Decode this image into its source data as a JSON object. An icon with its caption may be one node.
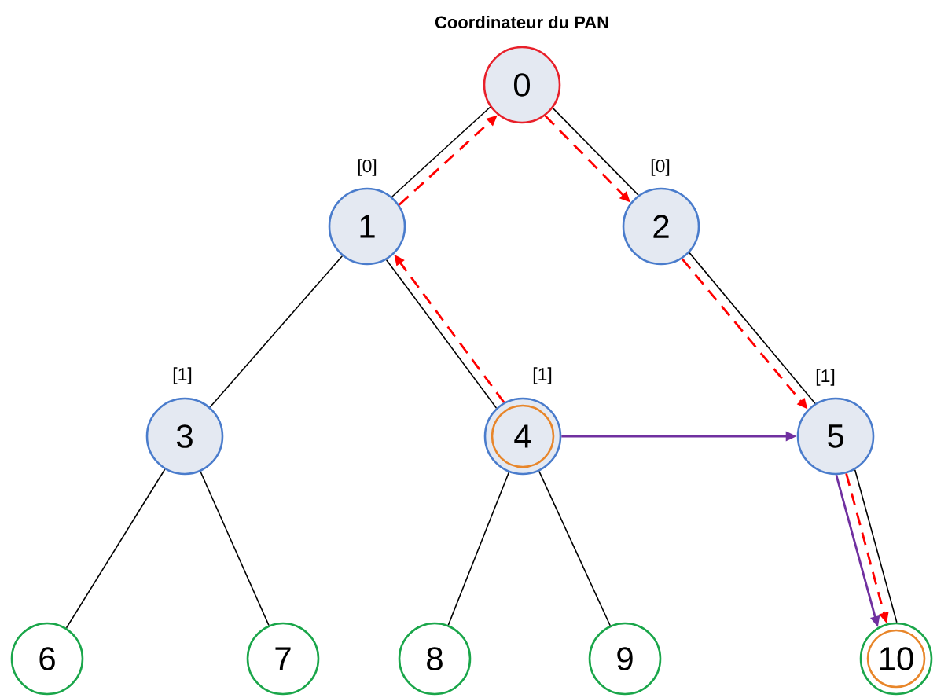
{
  "diagram": {
    "nodes": [
      {
        "text": [
          "0"
        ],
        "beside": [
          "Coordinateur du PAN"
        ]
      },
      {
        "text": [
          "1"
        ],
        "beside": [
          "[0]"
        ]
      },
      {
        "text": [
          "2"
        ],
        "beside": [
          "[0]"
        ]
      },
      {
        "text": [
          "3"
        ],
        "beside": [
          "[1]"
        ]
      },
      {
        "text": [
          "4"
        ],
        "beside": [
          "[1]"
        ]
      },
      {
        "text": [
          "5"
        ],
        "beside": [
          "[1]"
        ]
      },
      {
        "text": [
          "6"
        ]
      },
      {
        "text": [
          "7"
        ]
      },
      {
        "text": [
          "8"
        ]
      },
      {
        "text": [
          "9"
        ]
      },
      {
        "text": [
          "10"
        ]
      }
    ],
    "edges": [
      {
        "from": 0,
        "to": 1,
        "arrow": "none"
      },
      {
        "from": 0,
        "to": 2,
        "arrow": "none"
      },
      {
        "from": 1,
        "to": 3,
        "arrow": "none"
      },
      {
        "from": 1,
        "to": 4,
        "arrow": "none"
      },
      {
        "from": 2,
        "to": 5,
        "arrow": "none"
      },
      {
        "from": 3,
        "to": 6,
        "arrow": "none"
      },
      {
        "from": 3,
        "to": 7,
        "arrow": "none"
      },
      {
        "from": 4,
        "to": 8,
        "arrow": "none"
      },
      {
        "from": 4,
        "to": 9,
        "arrow": "none"
      },
      {
        "from": 5,
        "to": 10,
        "arrow": "none"
      },
      {
        "from": 1,
        "to": 0,
        "arrow": "to",
        "style": "dashed",
        "color": "#ff0000"
      },
      {
        "from": 0,
        "to": 2,
        "arrow": "to",
        "style": "dashed",
        "color": "#ff0000"
      },
      {
        "from": 4,
        "to": 1,
        "arrow": "to",
        "style": "dashed",
        "color": "#ff0000"
      },
      {
        "from": 2,
        "to": 5,
        "arrow": "to",
        "style": "dashed",
        "color": "#ff0000"
      },
      {
        "from": 5,
        "to": 10,
        "arrow": "to",
        "style": "dashed",
        "color": "#ff0000"
      },
      {
        "from": 4,
        "to": 5,
        "arrow": "to",
        "color": "#7030a0"
      },
      {
        "from": 5,
        "to": 10,
        "arrow": "to",
        "color": "#7030a0"
      }
    ]
  }
}
